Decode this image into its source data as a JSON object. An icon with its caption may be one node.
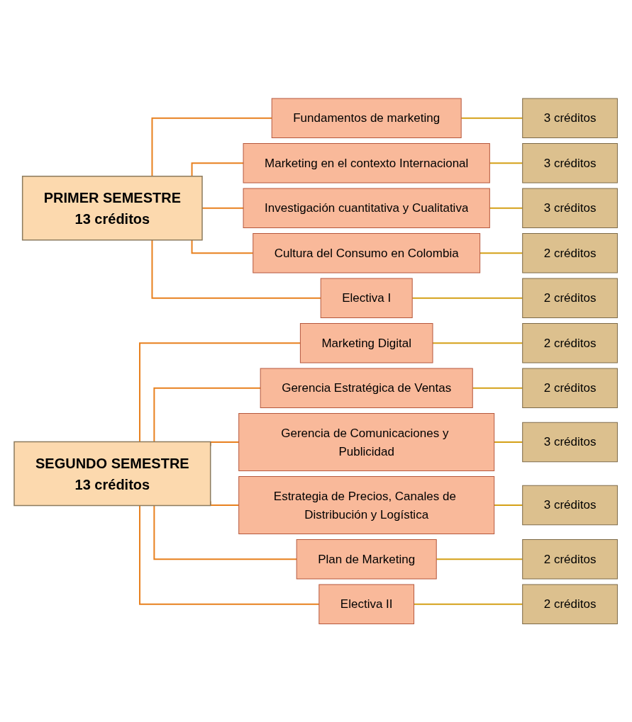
{
  "diagram": {
    "nodes": [
      {
        "text": [
          "PRIMER SEMESTRE",
          "13 créditos"
        ]
      },
      {
        "text": [
          "Fundamentos de marketing"
        ]
      },
      {
        "text": [
          "3 créditos"
        ]
      },
      {
        "text": [
          "Marketing en el contexto Internacional"
        ]
      },
      {
        "text": [
          "3 créditos"
        ]
      },
      {
        "text": [
          "Investigación cuantitativa y Cualitativa"
        ]
      },
      {
        "text": [
          "3 créditos"
        ]
      },
      {
        "text": [
          "Cultura del Consumo en Colombia"
        ]
      },
      {
        "text": [
          "2 créditos"
        ]
      },
      {
        "text": [
          "Electiva I"
        ]
      },
      {
        "text": [
          "2 créditos"
        ]
      },
      {
        "text": [
          "SEGUNDO SEMESTRE",
          "13 créditos"
        ]
      },
      {
        "text": [
          "Marketing Digital"
        ]
      },
      {
        "text": [
          "2 créditos"
        ]
      },
      {
        "text": [
          "Gerencia Estratégica de Ventas"
        ]
      },
      {
        "text": [
          "2 créditos"
        ]
      },
      {
        "text": [
          "Gerencia de Comunicaciones y Publicidad"
        ]
      },
      {
        "text": [
          "3 créditos"
        ]
      },
      {
        "text": [
          "Estrategia de Precios, Canales de Distribución y Logística"
        ]
      },
      {
        "text": [
          "3 créditos"
        ]
      },
      {
        "text": [
          "Plan de Marketing"
        ]
      },
      {
        "text": [
          "2 créditos"
        ]
      },
      {
        "text": [
          "Electiva II"
        ]
      },
      {
        "text": [
          "2 créditos"
        ]
      }
    ],
    "edges": [
      {
        "from": 0,
        "to": 1,
        "arrow": "none",
        "color": "#e8801e"
      },
      {
        "from": 1,
        "to": 2,
        "arrow": "none",
        "color": "#d4a017"
      },
      {
        "from": 0,
        "to": 3,
        "arrow": "none",
        "color": "#e8801e"
      },
      {
        "from": 3,
        "to": 4,
        "arrow": "none",
        "color": "#d4a017"
      },
      {
        "from": 0,
        "to": 5,
        "arrow": "none",
        "color": "#e8801e"
      },
      {
        "from": 5,
        "to": 6,
        "arrow": "none",
        "color": "#d4a017"
      },
      {
        "from": 0,
        "to": 7,
        "arrow": "none",
        "color": "#e8801e"
      },
      {
        "from": 7,
        "to": 8,
        "arrow": "none",
        "color": "#d4a017"
      },
      {
        "from": 0,
        "to": 9,
        "arrow": "none",
        "color": "#e8801e"
      },
      {
        "from": 9,
        "to": 10,
        "arrow": "none",
        "color": "#d4a017"
      },
      {
        "from": 11,
        "to": 12,
        "arrow": "none",
        "color": "#e8801e"
      },
      {
        "from": 12,
        "to": 13,
        "arrow": "none",
        "color": "#d4a017"
      },
      {
        "from": 11,
        "to": 14,
        "arrow": "none",
        "color": "#e8801e"
      },
      {
        "from": 14,
        "to": 15,
        "arrow": "none",
        "color": "#d4a017"
      },
      {
        "from": 11,
        "to": 16,
        "arrow": "none",
        "color": "#e8801e"
      },
      {
        "from": 16,
        "to": 17,
        "arrow": "none",
        "color": "#d4a017"
      },
      {
        "from": 11,
        "to": 18,
        "arrow": "none",
        "color": "#e8801e"
      },
      {
        "from": 18,
        "to": 19,
        "arrow": "none",
        "color": "#d4a017"
      },
      {
        "from": 11,
        "to": 20,
        "arrow": "none",
        "color": "#e8801e"
      },
      {
        "from": 20,
        "to": 21,
        "arrow": "none",
        "color": "#d4a017"
      },
      {
        "from": 11,
        "to": 22,
        "arrow": "none",
        "color": "#e8801e"
      },
      {
        "from": 22,
        "to": 23,
        "arrow": "none",
        "color": "#d4a017"
      }
    ]
  }
}
